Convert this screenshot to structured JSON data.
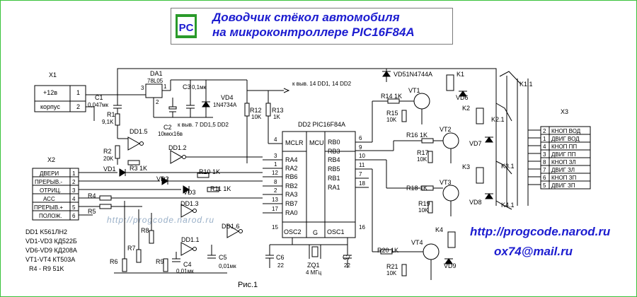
{
  "title": {
    "logo_text": "PC",
    "line1": "Доводчик стёкол автомобиля",
    "line2": "на микроконтроллере PIC16F84A"
  },
  "watermark": "http://progcode.narod.ru",
  "url": "http://progcode.narod.ru",
  "email": "ox74@mail.ru",
  "caption": "Рис.1",
  "x1": {
    "ref": "X1",
    "pins": [
      {
        "label": "+12в",
        "num": "1"
      },
      {
        "label": "корпус",
        "num": "2"
      }
    ]
  },
  "x2": {
    "ref": "X2",
    "pins": [
      {
        "label": "ДВЕРИ",
        "num": "1"
      },
      {
        "label": "ПРЕРЫВ.-",
        "num": "2"
      },
      {
        "label": "ОТРИЦ.",
        "num": "3"
      },
      {
        "label": "АСС",
        "num": "4"
      },
      {
        "label": "ПРЕРЫВ.+",
        "num": "5"
      },
      {
        "label": "ПОЛОЖ.",
        "num": "6"
      }
    ]
  },
  "x3": {
    "ref": "X3",
    "pins": [
      {
        "num": "2",
        "label": "КНОП ВОД"
      },
      {
        "num": "1",
        "label": "ДВИГ ВОД"
      },
      {
        "num": "4",
        "label": "КНОП ПП"
      },
      {
        "num": "3",
        "label": "ДВИГ ПП"
      },
      {
        "num": "8",
        "label": "КНОП ЗЛ"
      },
      {
        "num": "7",
        "label": "ДВИГ ЗЛ"
      },
      {
        "num": "6",
        "label": "КНОП ЗП"
      },
      {
        "num": "5",
        "label": "ДВИГ ЗП"
      }
    ]
  },
  "mcu": {
    "ref": "DD2",
    "part": "PIC16F84A",
    "col_mcu": "MCU",
    "col_g": "G",
    "left_pins": [
      {
        "num": "4",
        "name": "MCLR"
      },
      {
        "num": "3",
        "name": "RA4"
      },
      {
        "num": "1",
        "name": "RA2"
      },
      {
        "num": "12",
        "name": "RB6"
      },
      {
        "num": "8",
        "name": "RB2"
      },
      {
        "num": "2",
        "name": "RA3"
      },
      {
        "num": "13",
        "name": "RB7"
      },
      {
        "num": "17",
        "name": "RA0"
      }
    ],
    "right_pins": [
      {
        "num": "6",
        "name": "RB0"
      },
      {
        "num": "9",
        "name": "RB3"
      },
      {
        "num": "10",
        "name": "RB4"
      },
      {
        "num": "11",
        "name": "RB5"
      },
      {
        "num": "7",
        "name": "RB1"
      },
      {
        "num": "18",
        "name": "RA1"
      }
    ],
    "osc2": "OSC2",
    "osc1": "OSC1",
    "osc2_pin": "15",
    "osc1_pin": "16"
  },
  "labels": {
    "da1": "DA1",
    "da1_part": "78L05",
    "da1_p1": "1",
    "da1_p2": "2",
    "da1_p3": "3",
    "c1": "C1",
    "c1_val": "0,047мк",
    "c2": "C2",
    "c2_val": "10мкх16в",
    "c3": "C3",
    "c3_val": "0,1мк",
    "vd4": "VD4",
    "vd4_part": "1N4734A",
    "pin7_note": "к выв. 7 DD1,5 DD2",
    "pin14_note": "к выв. 14 DD1, 14 DD2",
    "r1": "R1",
    "r1_val": "9,1K",
    "r2": "R2",
    "r2_val": "20K",
    "dd15": "DD1.5",
    "dd12": "DD1.2",
    "dd13": "DD1.3",
    "dd16": "DD1.6",
    "dd11": "DD1.1",
    "r3": "R3",
    "r3_val": "1K",
    "vd1": "VD1",
    "vd2": "VD2",
    "vd3": "VD3",
    "r10": "R10",
    "r10_val": "1K",
    "r11": "R11",
    "r11_val": "1K",
    "r4": "R4",
    "r5": "R5",
    "r6": "R6",
    "r7": "R7",
    "r8": "R8",
    "r9": "R9",
    "r12": "R12",
    "r12_val": "10K",
    "r13": "R13",
    "r13_val": "1K",
    "c4": "C4",
    "c4_val": "0,01мк",
    "c5": "C5",
    "c5_val": "0,01мк",
    "c6": "C6",
    "c6_val": "22",
    "c7": "C7",
    "c7_val": "22",
    "zq1": "ZQ1",
    "zq1_val": "4 МГц",
    "vd5": "VD5",
    "vd5_part": "1N4744A",
    "vd6": "VD6",
    "vd7": "VD7",
    "vd8": "VD8",
    "vd9": "VD9",
    "vt1": "VT1",
    "vt2": "VT2",
    "vt3": "VT3",
    "vt4": "VT4",
    "r14": "R14",
    "r14_val": "1K",
    "r15": "R15",
    "r15_val": "10K",
    "r16": "R16",
    "r16_val": "1K",
    "r17": "R17",
    "r17_val": "10K",
    "r18": "R18",
    "r18_val": "1K",
    "r19": "R19",
    "r19_val": "10K",
    "r20": "R20",
    "r20_val": "1K",
    "r21": "R21",
    "r21_val": "10K",
    "k1": "K1",
    "k2": "K2",
    "k3": "K3",
    "k4": "K4",
    "k11": "K1.1",
    "k21": "K2.1",
    "k31": "K3.1",
    "k41": "K4.1"
  },
  "parts_list": [
    {
      "ref": "DD1",
      "part": "K561ЛН2"
    },
    {
      "ref": "VD1-VD3",
      "part": "КД522Б"
    },
    {
      "ref": "VD6-VD9",
      "part": "КД208А"
    },
    {
      "ref": "VT1-VT4",
      "part": "КТ503А"
    },
    {
      "ref": "R4 - R9",
      "part": "51K"
    }
  ],
  "colors": {
    "frame": "#39c23a",
    "title_text": "#1c1cd0",
    "logo_bg": "#2a9a2a",
    "logo_text": "#1c1cd0",
    "wire": "#000000",
    "watermark": "#9ab0c8"
  }
}
